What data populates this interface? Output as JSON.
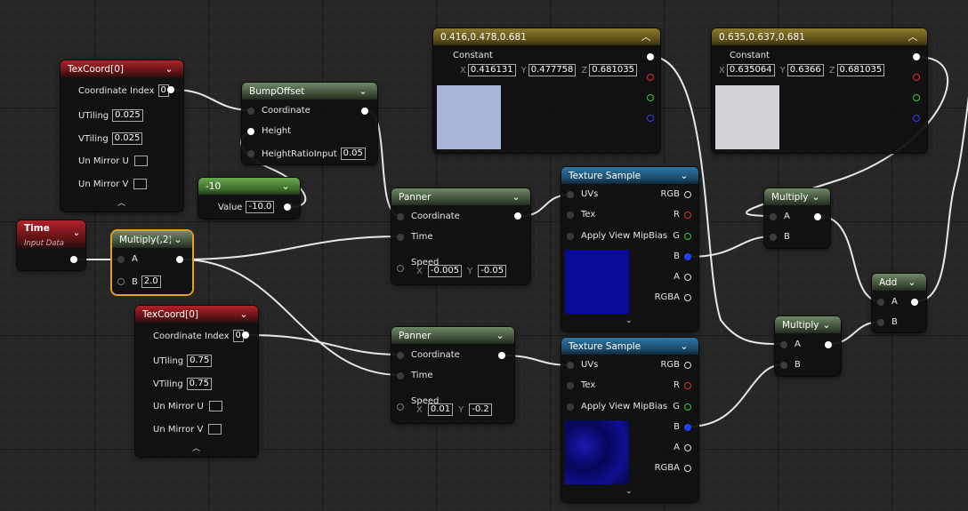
{
  "texcoord1": {
    "title": "TexCoord[0]",
    "coordinate_index_label": "Coordinate Index",
    "coordinate_index": "0",
    "utiling_label": "UTiling",
    "utiling": "0.025",
    "vtiling_label": "VTiling",
    "vtiling": "0.025",
    "unmirror_u_label": "Un Mirror U",
    "unmirror_v_label": "Un Mirror V"
  },
  "bumpoffset": {
    "title": "BumpOffset",
    "coordinate_label": "Coordinate",
    "height_label": "Height",
    "heightratio_label": "HeightRatioInput",
    "heightratio": "0.05"
  },
  "const_neg10": {
    "title": "-10",
    "value_label": "Value",
    "value": "-10.0"
  },
  "time": {
    "title": "Time",
    "subtitle": "Input Data"
  },
  "multiply1": {
    "title": "Multiply(,2)",
    "a_label": "A",
    "b_label": "B",
    "b_value": "2.0"
  },
  "texcoord2": {
    "title": "TexCoord[0]",
    "coordinate_index_label": "Coordinate Index",
    "coordinate_index": "0",
    "utiling_label": "UTiling",
    "utiling": "0.75",
    "vtiling_label": "VTiling",
    "vtiling": "0.75",
    "unmirror_u_label": "Un Mirror U",
    "unmirror_v_label": "Un Mirror V"
  },
  "panner1": {
    "title": "Panner",
    "coordinate_label": "Coordinate",
    "time_label": "Time",
    "speed_label": "Speed",
    "x_label": "X",
    "x": "-0.005",
    "y_label": "Y",
    "y": "-0.05"
  },
  "panner2": {
    "title": "Panner",
    "coordinate_label": "Coordinate",
    "time_label": "Time",
    "speed_label": "Speed",
    "x_label": "X",
    "x": "0.01",
    "y_label": "Y",
    "y": "-0.2"
  },
  "texsample1": {
    "title": "Texture Sample",
    "uvs_label": "UVs",
    "tex_label": "Tex",
    "mipbias_label": "Apply View MipBias",
    "rgb": "RGB",
    "r": "R",
    "g": "G",
    "b": "B",
    "a": "A",
    "rgba": "RGBA",
    "preview_color": "#0a0a9a"
  },
  "texsample2": {
    "title": "Texture Sample",
    "uvs_label": "UVs",
    "tex_label": "Tex",
    "mipbias_label": "Apply View MipBias",
    "rgb": "RGB",
    "r": "R",
    "g": "G",
    "b": "B",
    "a": "A",
    "rgba": "RGBA",
    "preview_color": "#0b0b7a"
  },
  "const3_1": {
    "title": "0.416,0.478,0.681",
    "constant_label": "Constant",
    "x_label": "X",
    "x": "0.416131",
    "y_label": "Y",
    "y": "0.477758",
    "z_label": "Z",
    "z": "0.681035",
    "swatch_color": "#a9b6d8"
  },
  "const3_2": {
    "title": "0.635,0.637,0.681",
    "constant_label": "Constant",
    "x_label": "X",
    "x": "0.635064",
    "y_label": "Y",
    "y": "0.6366",
    "z_label": "Z",
    "z": "0.681035",
    "swatch_color": "#d2d3d9"
  },
  "multiply2": {
    "title": "Multiply",
    "a_label": "A",
    "b_label": "B"
  },
  "multiply3": {
    "title": "Multiply",
    "a_label": "A",
    "b_label": "B"
  },
  "add": {
    "title": "Add",
    "a_label": "A",
    "b_label": "B"
  }
}
